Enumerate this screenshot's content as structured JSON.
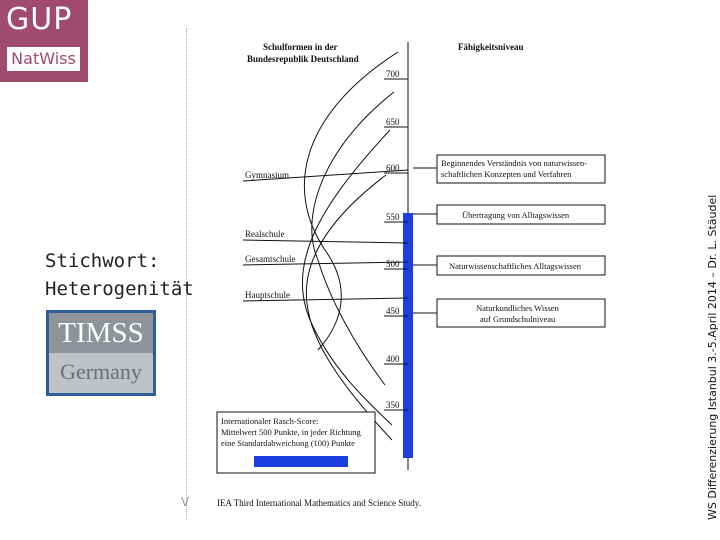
{
  "logo": {
    "top": "GUP",
    "bottom": "NatWiss"
  },
  "keyword": {
    "line1": "Stichwort:",
    "line2": "Heterogenität"
  },
  "timss": {
    "line1": "TIMSS",
    "line2": "Germany"
  },
  "sidebar_text": "WS Differenzierung Istanbul 3.-5.April 2014  – Dr. L. Stäudel",
  "small_mark": "V",
  "diagram": {
    "left_header": [
      "Schulformen in der",
      "Bundesrepublik Deutschland"
    ],
    "right_header": "Fähigkeitsniveau",
    "scale_ticks": [
      "700",
      "650",
      "600",
      "550",
      "500",
      "450",
      "400",
      "350"
    ],
    "school_types": [
      "Gymnasium",
      "Realschule",
      "Gesamtschule",
      "Hauptschule"
    ],
    "levels": [
      [
        "Beginnendes Verständnis von naturwissen-",
        "schaftlichen Konzepten und Verfahren"
      ],
      [
        "Übertragung von Alltagswissen"
      ],
      [
        "Naturwissenschaftliches Alltagswissen"
      ],
      [
        "Naturkundliches Wissen",
        "auf Grundschulniveau"
      ]
    ],
    "legend": [
      "Internationaler Rasch-Score:",
      "Mittelwert 500 Punkte, in jeder Richtung",
      "eine Standardabweichung (100) Punkte"
    ],
    "footnote": "IEA Third International Mathematics and Science Study.",
    "colors": {
      "bar": "#1c3fe0",
      "logo": "#a04a6e",
      "timss_border": "#2f5f9a"
    }
  }
}
